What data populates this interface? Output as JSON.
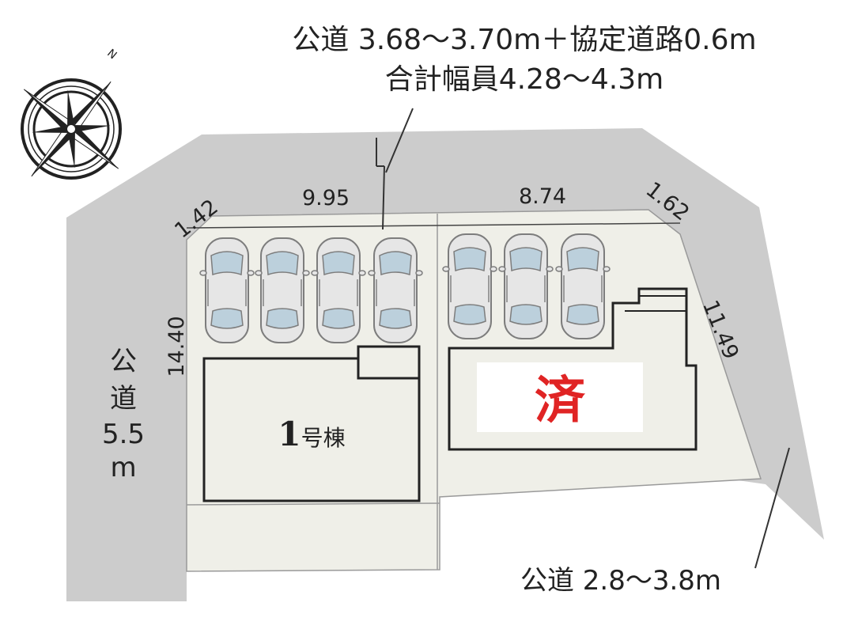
{
  "roads": {
    "north_line1": "公道 3.68～3.70m＋協定道路0.6m",
    "north_line2": "合計幅員4.28～4.3m",
    "west_chars": [
      "公",
      "道",
      "5.5",
      "m"
    ],
    "south": "公道 2.8～3.8m"
  },
  "dimensions": {
    "d_142": "1.42",
    "d_995": "9.95",
    "d_874": "8.74",
    "d_162": "1.62",
    "d_1440": "14.40",
    "d_1149": "11.49"
  },
  "lots": {
    "lot1_number": "1",
    "lot1_suffix": "号棟",
    "sold_mark": "済"
  },
  "compass": {
    "north_letter": "N"
  },
  "colors": {
    "road": "#cccccc",
    "lot": "#efefe8",
    "outline": "#222222",
    "sold": "#e02424",
    "car_body": "#e6e6e6",
    "car_glass": "#bcd0dc"
  },
  "parking": {
    "lot1_car_count": 4,
    "lot2_car_count": 3
  }
}
